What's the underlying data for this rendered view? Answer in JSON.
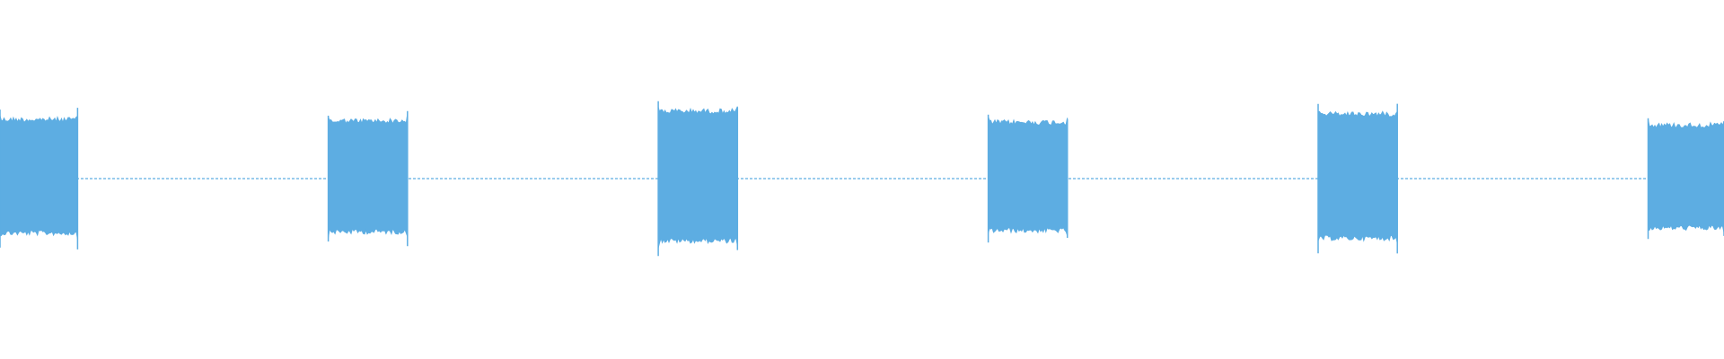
{
  "waveform": {
    "color": "#5dade2",
    "background": "#ffffff",
    "total_duration_units": 10.45,
    "bursts": [
      {
        "start": 0.0,
        "end": 0.47,
        "peak_amplitude": 0.42
      },
      {
        "start": 1.99,
        "end": 2.47,
        "peak_amplitude": 0.41
      },
      {
        "start": 3.99,
        "end": 4.47,
        "peak_amplitude": 0.48
      },
      {
        "start": 5.99,
        "end": 6.47,
        "peak_amplitude": 0.4
      },
      {
        "start": 7.99,
        "end": 8.47,
        "peak_amplitude": 0.46
      },
      {
        "start": 9.99,
        "end": 10.45,
        "peak_amplitude": 0.38
      }
    ],
    "silence_amplitude": 0.012
  }
}
